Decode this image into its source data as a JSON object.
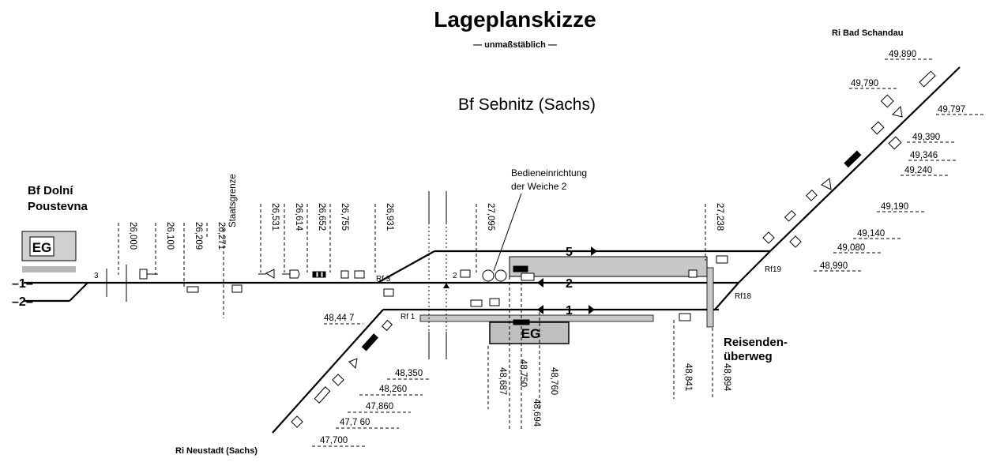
{
  "title": "Lageplanskizze",
  "subtitle": "— unmaßstäblich —",
  "station_name": "Bf Sebnitz (Sachs)",
  "neighbor_station": {
    "line1": "Bf Dolní",
    "line2": "Poustevna",
    "building": "EG"
  },
  "direction_labels": {
    "northeast": "Ri Bad Schandau",
    "southwest": "Ri Neustadt (Sachs)"
  },
  "station_building": "EG",
  "operator_panel_note": {
    "line1": "Bedieneinrichtung",
    "line2": "der Weiche 2"
  },
  "border_label": "Staatsgrenze",
  "crossing_label": {
    "line1": "Reisenden-",
    "line2": "überweg"
  },
  "track_numbers": {
    "left_1": "1",
    "left_2": "2",
    "t5": "5",
    "t2": "2",
    "t1": "1"
  },
  "switch_labels": {
    "sw3": "3",
    "sw2": "2",
    "rf1": "Rf 1",
    "rf3": "Rf 3",
    "rf18": "Rf18",
    "rf19": "Rf19"
  },
  "kilometer_top": [
    "26,000",
    "26,100",
    "26,209",
    "26,271",
    "26,531",
    "26,614",
    "26,652",
    "26,755",
    "26,931",
    "27,095",
    "27,238"
  ],
  "kilometer_bottom": [
    "48,687",
    "48,750",
    "48,694",
    "48,760",
    "48,841",
    "48,894"
  ],
  "kilometer_sw": [
    "48,44 7",
    "48,350",
    "48,260",
    "47,860",
    "47,7 60",
    "47,700"
  ],
  "kilometer_ne": [
    "49,890",
    "49,790",
    "49,797",
    "49,390",
    "49,346",
    "49,240",
    "49,190",
    "49,140",
    "49,080",
    "48,990"
  ],
  "colors": {
    "platform": "#c8c8c8",
    "building": "#c0c0c0",
    "line": "#000000"
  }
}
